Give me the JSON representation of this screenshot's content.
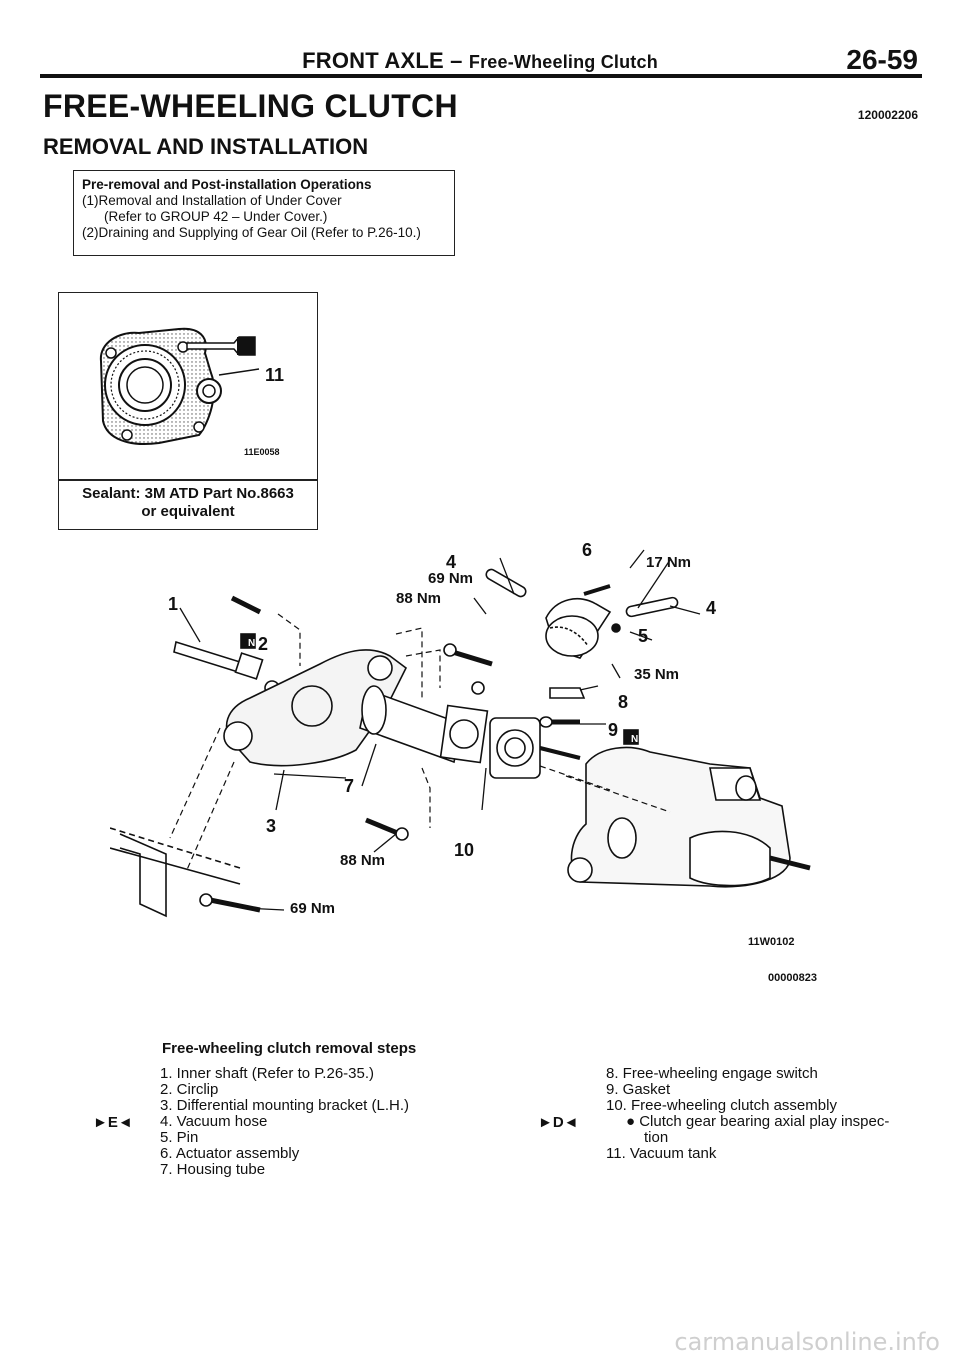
{
  "header": {
    "title": "FRONT AXLE",
    "dash": " – ",
    "subtitle": "Free-Wheeling Clutch",
    "page_number": "26-59"
  },
  "section": {
    "title": "FREE-WHEELING CLUTCH",
    "code": "120002206",
    "subtitle": "REMOVAL AND INSTALLATION"
  },
  "pre_ops": {
    "heading": "Pre-removal and Post-installation Operations",
    "line1": "(1)Removal and Installation of Under Cover",
    "line2": "(Refer to GROUP 42 – Under Cover.)",
    "line3": "(2)Draining and Supplying of Gear Oil (Refer to P.26-10.)"
  },
  "inset": {
    "callout": "11",
    "code": "11E0058",
    "sealant_line1": "Sealant: 3M ATD Part No.8663",
    "sealant_line2": "or equivalent"
  },
  "diagram": {
    "callouts": {
      "c1": "1",
      "c2": "2",
      "c3": "3",
      "c4a": "4",
      "c4b": "4",
      "c5": "5",
      "c6": "6",
      "c7": "7",
      "c8": "8",
      "c9": "9",
      "c10": "10"
    },
    "torques": {
      "t69_top": "69 Nm",
      "t88_top": "88 Nm",
      "t17": "17 Nm",
      "t35": "35 Nm",
      "t88_bottom": "88 Nm",
      "t69_bottom": "69 Nm"
    },
    "new_part_mark": "N",
    "code1": "11W0102",
    "code2": "00000823"
  },
  "steps": {
    "title": "Free-wheeling clutch removal steps",
    "left": [
      "1. Inner shaft (Refer to P.26-35.)",
      "2. Circlip",
      "3. Differential mounting bracket (L.H.)",
      "4. Vacuum hose",
      "5. Pin",
      "6. Actuator assembly",
      "7. Housing tube"
    ],
    "right": [
      "8. Free-wheeling engage switch",
      "9. Gasket",
      "10. Free-wheeling clutch assembly",
      "● Clutch gear bearing axial play inspec-",
      "tion",
      "11. Vacuum tank"
    ],
    "mark_e": "►E◄",
    "mark_d": "►D◄"
  },
  "footer": "carmanualsonline.info"
}
